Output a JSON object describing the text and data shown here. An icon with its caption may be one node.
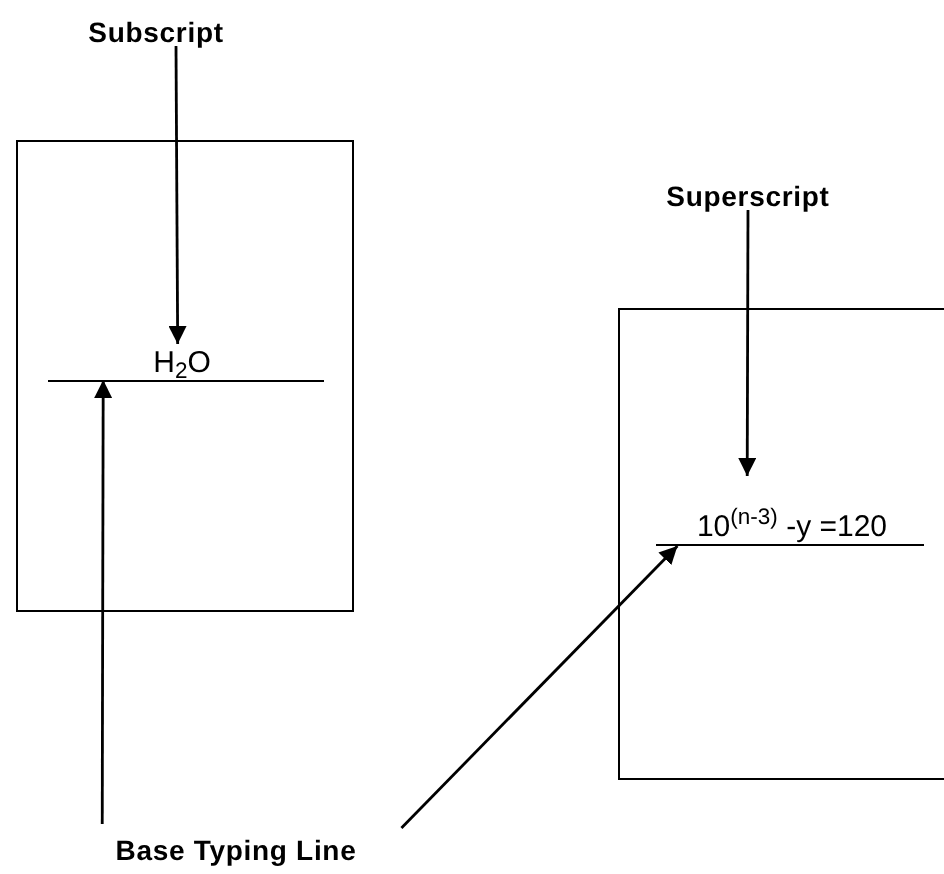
{
  "diagram": {
    "nodes": [
      {
        "text": [
          "Subscript"
        ]
      },
      {
        "text": [],
        "shape": "box"
      },
      {
        "text": [
          "H$_{2}$O"
        ],
        "in": 1
      },
      {
        "text": [],
        "shape": "line",
        "in": 1
      },
      {
        "text": [
          "Superscript"
        ]
      },
      {
        "text": [],
        "shape": "box"
      },
      {
        "text": [
          "10$^{(n-3)}$ -y =120"
        ],
        "in": 5
      },
      {
        "text": [],
        "shape": "line",
        "in": 5
      },
      {
        "text": [
          "Base Typing Line"
        ]
      }
    ],
    "edges": [
      {
        "from": 0,
        "to": 2,
        "arrow": "to"
      },
      {
        "from": 8,
        "to": 3,
        "arrow": "to"
      },
      {
        "from": 4,
        "to": 6,
        "arrow": "to"
      },
      {
        "from": 8,
        "to": 7,
        "arrow": "to"
      }
    ]
  }
}
